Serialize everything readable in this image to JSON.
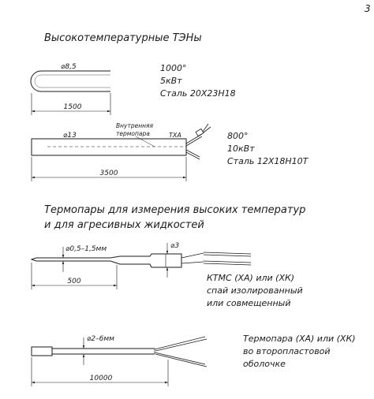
{
  "page_number": "3",
  "section1": {
    "title": "Высокотемпературные ТЭНы",
    "element1": {
      "diameter_label": "⌀8,5",
      "length_label": "1500",
      "spec_lines": [
        "1000°",
        "5кВт",
        "Сталь 20Х23Н18"
      ]
    },
    "element2": {
      "diameter_label": "⌀13",
      "internal_label_line1": "Внутренняя",
      "internal_label_line2": "термопара",
      "txa_label": "ТХА",
      "length_label": "3500",
      "spec_lines": [
        "800°",
        "10кВт",
        "Сталь 12Х18Н10Т"
      ]
    }
  },
  "section2": {
    "title_line1": "Термопары для измерения высоких температур",
    "title_line2": "и для агресивных жидкостей",
    "probe": {
      "tip_diameter_label": "⌀0,5–1,5мм",
      "body_diameter_label": "⌀3",
      "length_label": "500",
      "desc_lines": [
        "КТМС (ХА) или (ХК)",
        "спай изолированный",
        "или совмещенный"
      ]
    },
    "cable": {
      "diameter_label": "⌀2–6мм",
      "length_label": "10000",
      "desc_lines": [
        "Термопара (ХА) или (ХК)",
        "во второпластовой",
        "оболочке"
      ]
    }
  }
}
